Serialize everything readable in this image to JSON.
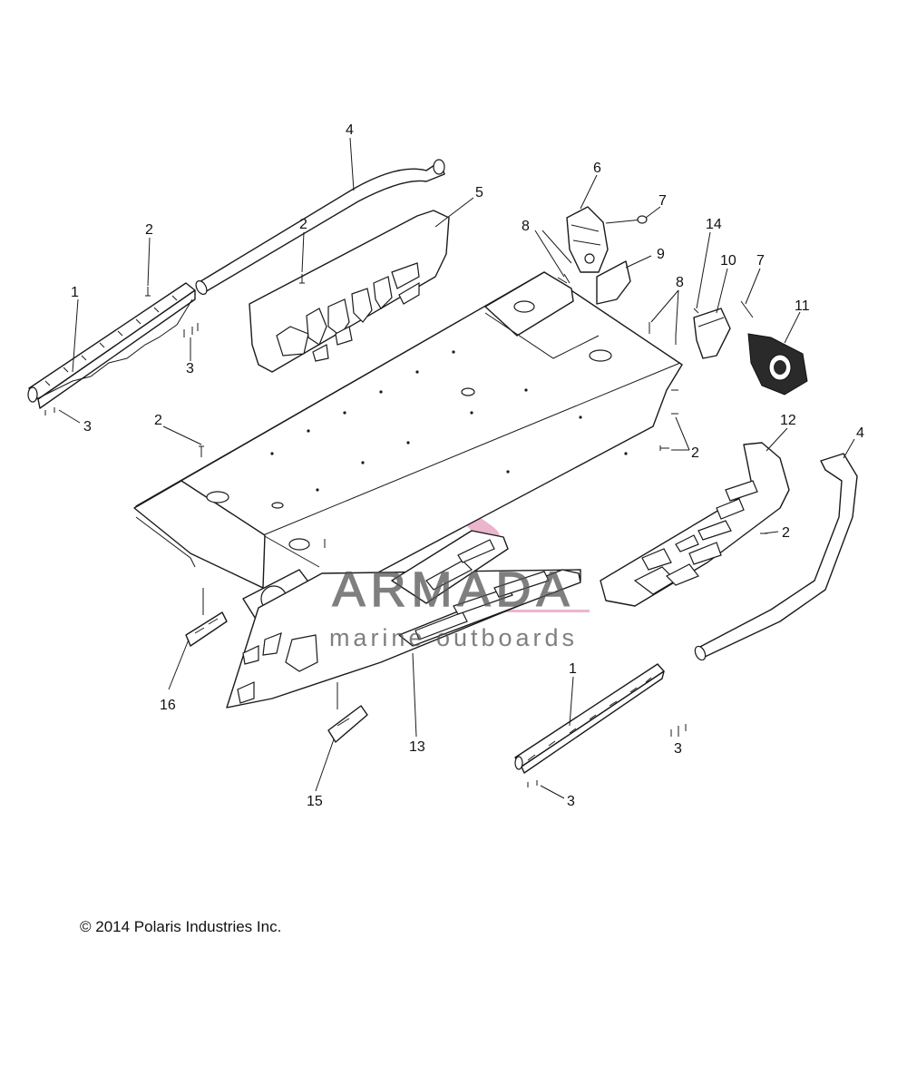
{
  "copyright": "© 2014 Polaris Industries Inc.",
  "watermark": {
    "brand": "ARMADA",
    "tagline": "marine outboards",
    "color": "#e8a9c4"
  },
  "callouts": [
    {
      "id": "c1a",
      "label": "1"
    },
    {
      "id": "c1b",
      "label": "1"
    },
    {
      "id": "c2a",
      "label": "2"
    },
    {
      "id": "c2b",
      "label": "2"
    },
    {
      "id": "c2c",
      "label": "2"
    },
    {
      "id": "c2d",
      "label": "2"
    },
    {
      "id": "c2e",
      "label": "2"
    },
    {
      "id": "c3a",
      "label": "3"
    },
    {
      "id": "c3b",
      "label": "3"
    },
    {
      "id": "c3c",
      "label": "3"
    },
    {
      "id": "c3d",
      "label": "3"
    },
    {
      "id": "c4a",
      "label": "4"
    },
    {
      "id": "c4b",
      "label": "4"
    },
    {
      "id": "c5",
      "label": "5"
    },
    {
      "id": "c6",
      "label": "6"
    },
    {
      "id": "c7a",
      "label": "7"
    },
    {
      "id": "c7b",
      "label": "7"
    },
    {
      "id": "c8a",
      "label": "8"
    },
    {
      "id": "c8b",
      "label": "8"
    },
    {
      "id": "c9",
      "label": "9"
    },
    {
      "id": "c10",
      "label": "10"
    },
    {
      "id": "c11",
      "label": "11"
    },
    {
      "id": "c12",
      "label": "12"
    },
    {
      "id": "c13",
      "label": "13"
    },
    {
      "id": "c14",
      "label": "14"
    },
    {
      "id": "c15",
      "label": "15"
    },
    {
      "id": "c16",
      "label": "16"
    }
  ]
}
